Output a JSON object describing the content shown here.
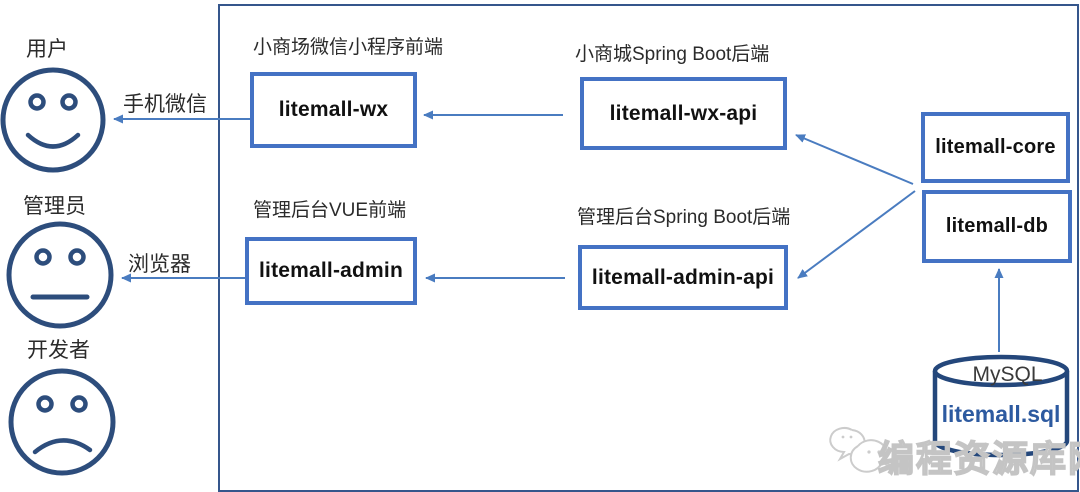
{
  "diagram": {
    "actors": [
      {
        "label": "用户",
        "mood": "happy"
      },
      {
        "label": "管理员",
        "mood": "neutral"
      },
      {
        "label": "开发者",
        "mood": "sad"
      }
    ],
    "edge_labels": {
      "wechat": "手机微信",
      "browser": "浏览器"
    },
    "nodes": {
      "wx": {
        "caption": "小商场微信小程序前端",
        "label": "litemall-wx"
      },
      "wx_api": {
        "caption": "小商城Spring Boot后端",
        "label": "litemall-wx-api"
      },
      "admin": {
        "caption": "管理后台VUE前端",
        "label": "litemall-admin"
      },
      "admin_api": {
        "caption": "管理后台Spring Boot后端",
        "label": "litemall-admin-api"
      },
      "core": {
        "label": "litemall-core"
      },
      "db": {
        "label": "litemall-db"
      }
    },
    "database": {
      "engine": "MySQL",
      "file": "litemall.sql"
    },
    "watermark": {
      "text": "编程资源库网"
    },
    "colors": {
      "box_border": "#4472c4",
      "arrow": "#4a7cc0",
      "face_stroke": "#2d4d7c",
      "cylinder_stroke": "#24477b",
      "sql_text": "#2d5aa0",
      "outer_border": "#35568c"
    }
  }
}
